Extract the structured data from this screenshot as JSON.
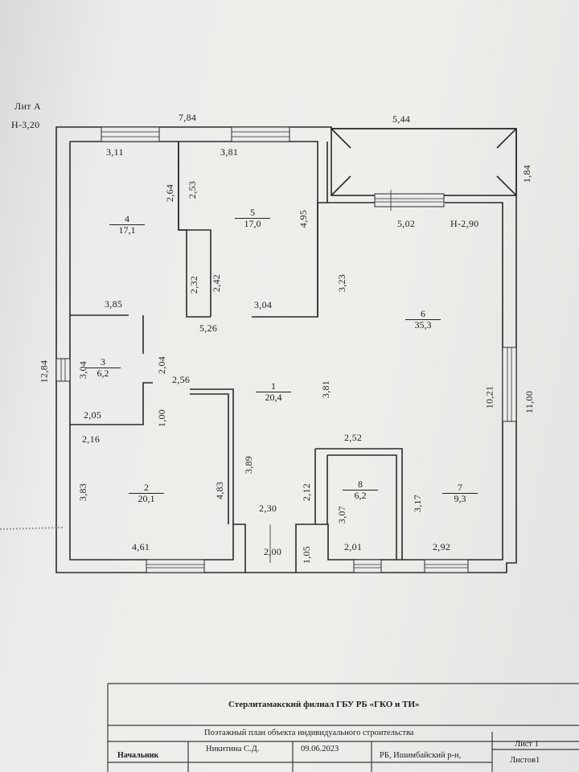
{
  "plan": {
    "lit_label": "Лит А",
    "height_main": "Н-3,20",
    "height_annex": "Н-2,90",
    "dims": {
      "top_total": "7,84",
      "top_annex": "5,44",
      "annex_side": "1,84",
      "annex_bottom": "5,02",
      "r4_top": "3,11",
      "r5_top": "3,81",
      "r4_inner": "2,64",
      "r5_inner": "2,53",
      "r5_right": "4,95",
      "r4_lower": "2,32",
      "r5_lower": "2,42",
      "r1_top_right": "3,23",
      "r3_top": "3,85",
      "r5_bottom": "3,04",
      "hall_width": "5,26",
      "r3_height": "3,04",
      "r3_right": "2,04",
      "r1_top_left": "2,56",
      "r1_height": "3,81",
      "left_total": "12,84",
      "r3_bottom": "2,05",
      "r3_small": "1,00",
      "r2_top": "2,16",
      "r2_inner": "3,89",
      "r2_left": "3,83",
      "r2_right": "4,83",
      "r2_bottom": "4,61",
      "r8_top": "2,52",
      "r8_left_wall": "2,12",
      "r8_left": "3,07",
      "r8_right": "3,17",
      "r8_bottom": "2,01",
      "r7_bottom": "2,92",
      "r7_left": "10,21",
      "right_total": "11,00",
      "porch_top": "2,30",
      "porch_bottom": "2,00",
      "porch_side": "1,05"
    },
    "rooms": [
      {
        "num": "4",
        "area": "17,1"
      },
      {
        "num": "5",
        "area": "17,0"
      },
      {
        "num": "6",
        "area": "35,3"
      },
      {
        "num": "3",
        "area": "6,2"
      },
      {
        "num": "1",
        "area": "20,4"
      },
      {
        "num": "2",
        "area": "20,1"
      },
      {
        "num": "8",
        "area": "6,2"
      },
      {
        "num": "7",
        "area": "9,3"
      }
    ]
  },
  "stamp": {
    "org": "Стерлитамакский филиал ГБУ РБ «ГКО и ТИ»",
    "title": "Поэтажный план   объекта индивидуального строительства",
    "sheet": "Лист 1",
    "sheets": "Листов1",
    "role": "Начальник",
    "name": "Никитина С.Д.",
    "date": "09.06.2023",
    "address": "РБ,  Ишимбайский р-н,"
  }
}
